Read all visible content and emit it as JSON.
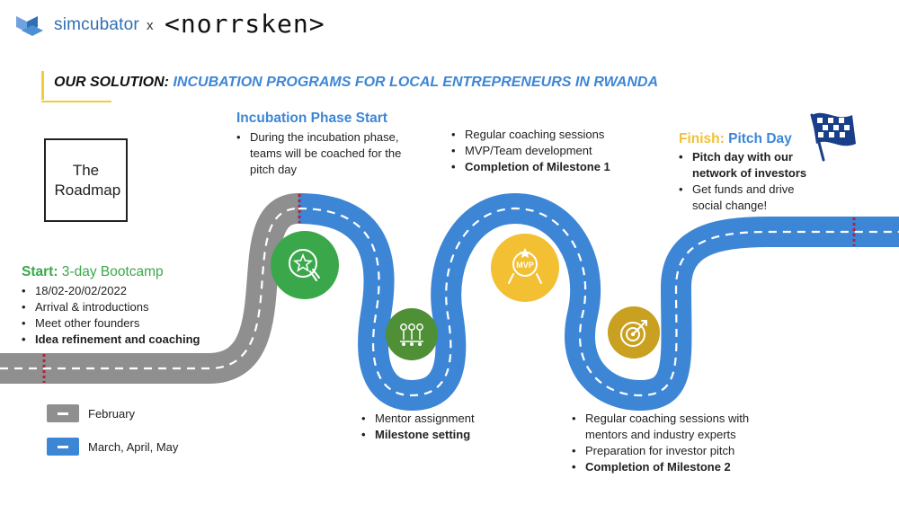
{
  "header": {
    "brand": "simcubator",
    "separator": "x",
    "partner": "<norrsken>"
  },
  "solution": {
    "prefix": "OUR SOLUTION:",
    "title": "INCUBATION PROGRAMS FOR LOCAL ENTREPRENEURS IN RWANDA"
  },
  "roadmap_box": "The Roadmap",
  "start": {
    "label": "Start:",
    "title": "3-day Bootcamp",
    "items": [
      {
        "text": "18/02-20/02/2022",
        "bold": false
      },
      {
        "text": "Arrival & introductions",
        "bold": false
      },
      {
        "text": "Meet other founders",
        "bold": false
      },
      {
        "text": "Idea refinement and coaching",
        "bold": true
      }
    ]
  },
  "incubation": {
    "title": "Incubation Phase Start",
    "items": [
      {
        "text": "During the incubation phase, teams will be coached for the pitch day",
        "bold": false
      }
    ]
  },
  "coaching": {
    "items": [
      {
        "text": "Regular coaching sessions",
        "bold": false
      },
      {
        "text": "MVP/Team development",
        "bold": false
      },
      {
        "text": "Completion of Milestone 1",
        "bold": true
      }
    ]
  },
  "finish": {
    "label": "Finish:",
    "title": "Pitch Day",
    "items": [
      {
        "text": "Pitch day with our network of investors",
        "bold": true
      },
      {
        "text": "Get funds and drive social change!",
        "bold": false
      }
    ]
  },
  "mentor": {
    "items": [
      {
        "text": "Mentor assignment",
        "bold": false
      },
      {
        "text": "Milestone setting",
        "bold": true
      }
    ]
  },
  "milestone2": {
    "items": [
      {
        "text": "Regular coaching sessions with mentors and industry experts",
        "bold": false
      },
      {
        "text": "Preparation for investor pitch",
        "bold": false
      },
      {
        "text": "Completion of Milestone 2",
        "bold": true
      }
    ]
  },
  "icons": {
    "star_hand": "star-hand-icon",
    "roadmap_steps": "roadmap-steps-icon",
    "mvp_badge": "mvp-badge-icon",
    "target": "target-icon",
    "flag": "checkered-flag-icon"
  },
  "legend": [
    {
      "label": "February",
      "color": "#8f8f8f"
    },
    {
      "label": "March, April, May",
      "color": "#3d86d6"
    }
  ],
  "colors": {
    "road_gray": "#8f8f8f",
    "road_blue": "#3d86d6",
    "green": "#3aa84a",
    "dark_green": "#4f8f36",
    "yellow": "#f3c034",
    "gold": "#c9a020",
    "milestone_marker": "#b3243c"
  }
}
